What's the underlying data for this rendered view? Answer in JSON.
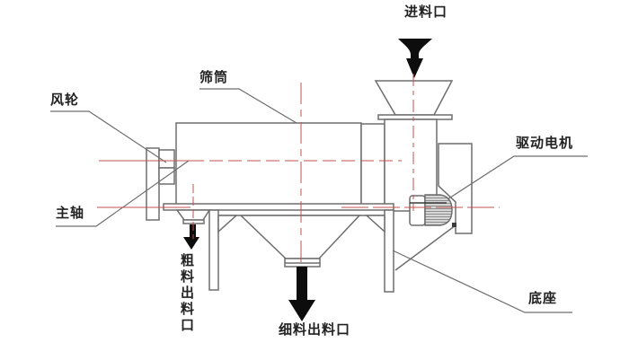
{
  "diagram": {
    "labels": {
      "feed_inlet": "进料口",
      "sieve_drum": "筛筒",
      "wind_wheel": "风轮",
      "main_shaft": "主轴",
      "drive_motor": "驱动电机",
      "base": "底座",
      "coarse_outlet": "粗料出料口",
      "fine_outlet": "细料出料口"
    },
    "colors": {
      "background": "#ffffff",
      "outline": "#6e6e6e",
      "centerline": "#c0504d",
      "arrow": "#0d0d0d",
      "label_text": "#222222",
      "motor_hatch_line": "#8f8f8f",
      "motor_hatch_bg": "#d6d6d6"
    }
  }
}
